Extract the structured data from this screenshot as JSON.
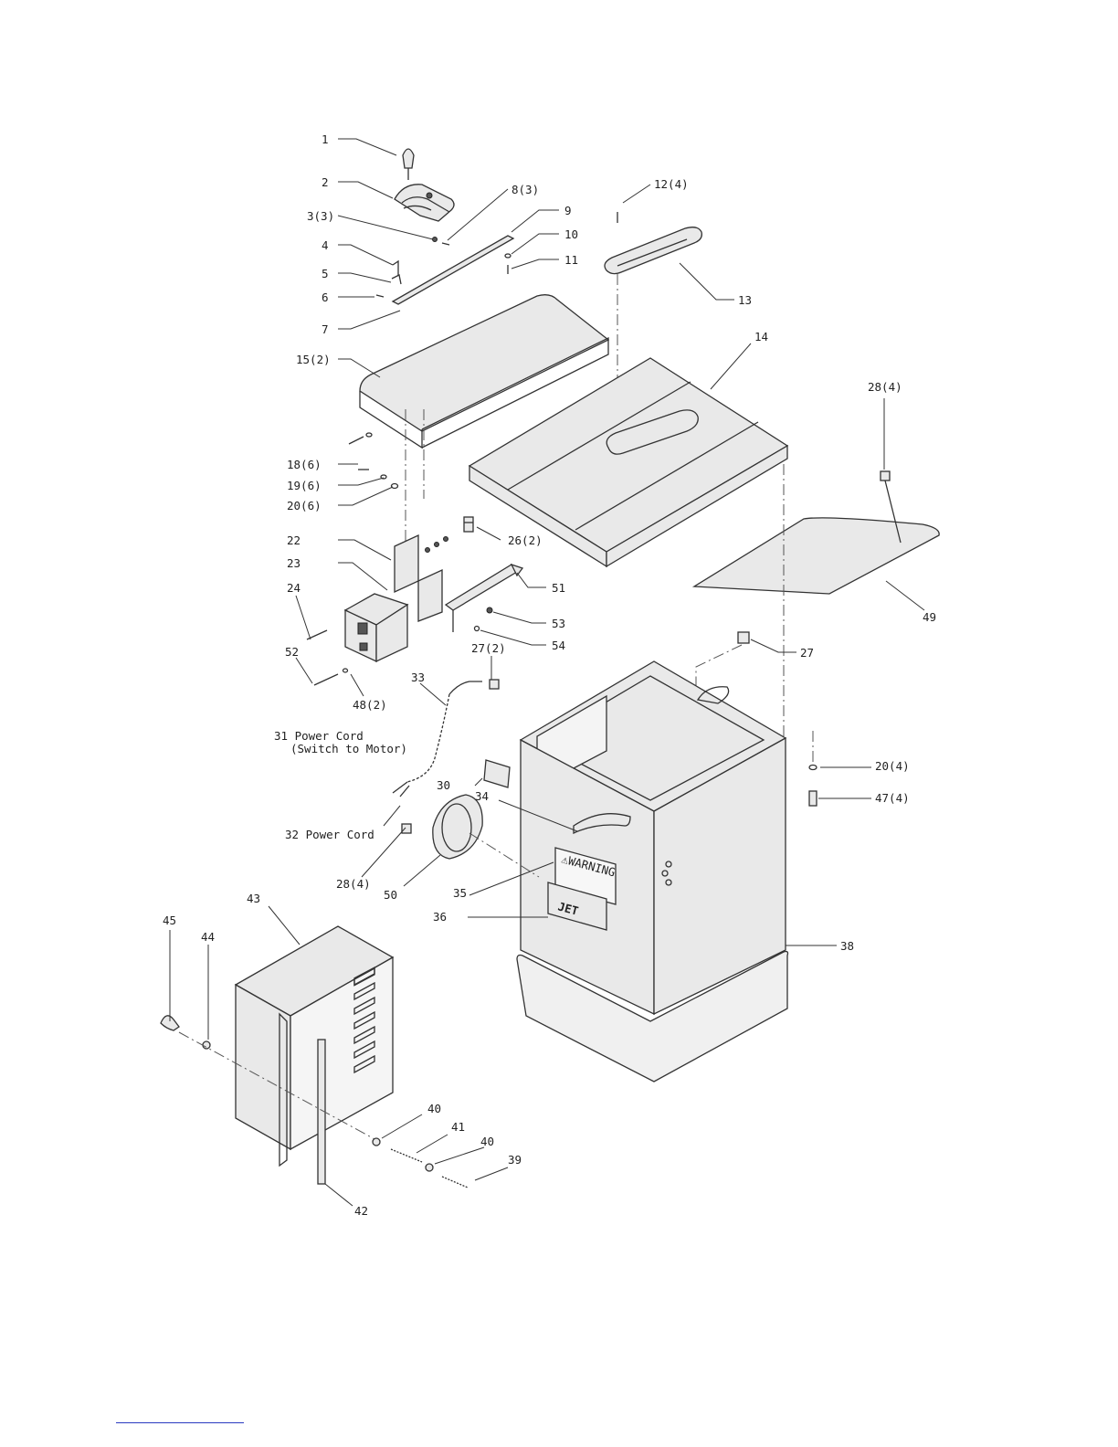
{
  "colors": {
    "ink": "#333333",
    "footer_rule": "#2a3ac0"
  },
  "callouts": [
    "1",
    "2",
    "3(3)",
    "4",
    "5",
    "6",
    "7",
    "8(3)",
    "9",
    "10",
    "11",
    "12(4)",
    "13",
    "14",
    "15(2)",
    "18(6)",
    "19(6)",
    "20(6)",
    "22",
    "23",
    "24",
    "26(2)",
    "51",
    "53",
    "54",
    "52",
    "48(2)",
    "27(2)",
    "33",
    "27",
    "28(4)",
    "49",
    "31 Power Cord",
    "(Switch to Motor)",
    "30",
    "34",
    "20(4)",
    "47(4)",
    "32 Power Cord",
    "28(4)",
    "50",
    "35",
    "36",
    "38",
    "43",
    "45",
    "44",
    "40",
    "41",
    "40",
    "39",
    "42"
  ],
  "decals": {
    "warning": "⚠WARNING",
    "brand": "JET"
  }
}
